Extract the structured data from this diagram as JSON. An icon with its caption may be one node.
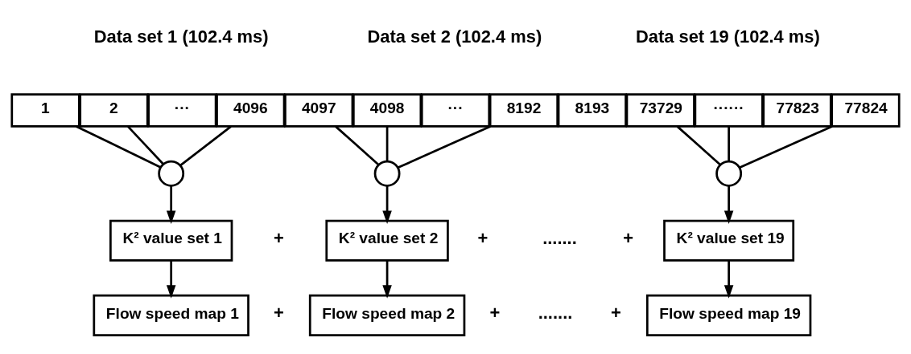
{
  "diagram": {
    "nodes": [
      {
        "text": [
          "1"
        ]
      },
      {
        "text": [
          "2"
        ]
      },
      {
        "text": [
          "···"
        ]
      },
      {
        "text": [
          "4096"
        ]
      },
      {
        "text": [
          "4097"
        ]
      },
      {
        "text": [
          "4098"
        ]
      },
      {
        "text": [
          "···"
        ]
      },
      {
        "text": [
          "8192"
        ]
      },
      {
        "text": [
          "8193"
        ]
      },
      {
        "text": [
          "73729"
        ]
      },
      {
        "text": [
          "······"
        ]
      },
      {
        "text": [
          "77823"
        ]
      },
      {
        "text": [
          "77824"
        ]
      },
      {
        "text": [],
        "shape": "circle"
      },
      {
        "text": [],
        "shape": "circle"
      },
      {
        "text": [],
        "shape": "circle"
      },
      {
        "text": [
          "K² value set 1"
        ]
      },
      {
        "text": [
          "K² value set 2"
        ]
      },
      {
        "text": [
          "K² value set 19"
        ]
      },
      {
        "text": [
          "Flow speed map 1"
        ]
      },
      {
        "text": [
          "Flow speed map 2"
        ]
      },
      {
        "text": [
          "Flow speed map 19"
        ]
      }
    ],
    "edges": [
      {
        "from": 0,
        "to": 13,
        "arrow": "none"
      },
      {
        "from": 1,
        "to": 13,
        "arrow": "none"
      },
      {
        "from": 3,
        "to": 13,
        "arrow": "none"
      },
      {
        "from": 4,
        "to": 14,
        "arrow": "none"
      },
      {
        "from": 5,
        "to": 14,
        "arrow": "none"
      },
      {
        "from": 7,
        "to": 14,
        "arrow": "none"
      },
      {
        "from": 9,
        "to": 15,
        "arrow": "none"
      },
      {
        "from": 10,
        "to": 15,
        "arrow": "none"
      },
      {
        "from": 12,
        "to": 15,
        "arrow": "none"
      },
      {
        "from": 13,
        "to": 16,
        "arrow": "to"
      },
      {
        "from": 14,
        "to": 17,
        "arrow": "to"
      },
      {
        "from": 15,
        "to": 18,
        "arrow": "to"
      },
      {
        "from": 16,
        "to": 19,
        "arrow": "to"
      },
      {
        "from": 17,
        "to": 20,
        "arrow": "to"
      },
      {
        "from": 18,
        "to": 21,
        "arrow": "to"
      }
    ],
    "labels": [
      "Data set 1 (102.4 ms)",
      "Data set 2 (102.4 ms)",
      "Data set 19 (102.4 ms)",
      "+",
      "+",
      ".......",
      "+",
      "+",
      "+",
      ".......",
      "+"
    ]
  }
}
